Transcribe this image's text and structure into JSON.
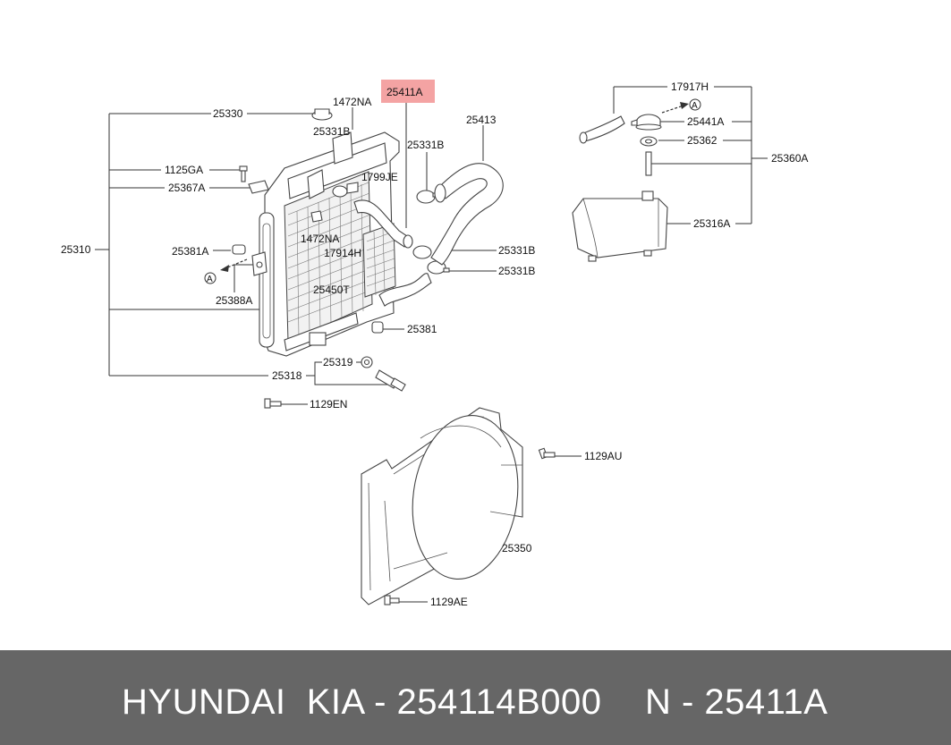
{
  "diagram": {
    "labels": {
      "l25411A": "25411A",
      "l25413": "25413",
      "l25330": "25330",
      "l1472NA_top": "1472NA",
      "l25331B_a": "25331B",
      "l25331B_b": "25331B",
      "l1799JE": "1799JE",
      "l1125GA": "1125GA",
      "l25367A": "25367A",
      "l25310": "25310",
      "l1472NA_mid": "1472NA",
      "l17914H": "17914H",
      "l25381A": "25381A",
      "l25450T": "25450T",
      "l25388A": "25388A",
      "l25331B_c": "25331B",
      "l25331B_d": "25331B",
      "l25381": "25381",
      "l25319": "25319",
      "l25318": "25318",
      "l1129EN": "1129EN",
      "l17917H": "17917H",
      "l25441A": "25441A",
      "l25362": "25362",
      "l25360A": "25360A",
      "l25316A": "25316A",
      "l1129AU": "1129AU",
      "l25350": "25350",
      "l1129AE": "1129AE",
      "ref_a_left": "A",
      "ref_a_right": "A"
    },
    "highlight_color": "#f4a3a3"
  },
  "footer": {
    "brand": "HYUNDAI  KIA - 254114B000",
    "ref": "N - 25411A",
    "bg_color": "#666666"
  }
}
